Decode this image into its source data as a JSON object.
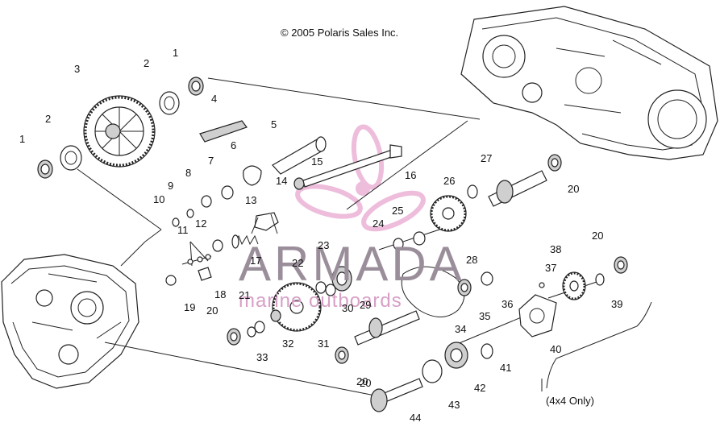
{
  "copyright": "© 2005 Polaris Sales Inc.",
  "watermark": {
    "brand": "ARMADA",
    "tagline": "marine outboards"
  },
  "note_4x4": "(4x4 Only)",
  "colors": {
    "ink": "#222222",
    "watermark_pink": "#e8a8d0",
    "watermark_gray": "#9a8e9a"
  },
  "callouts": [
    "1",
    "2",
    "3",
    "2",
    "1",
    "4",
    "5",
    "6",
    "7",
    "8",
    "9",
    "10",
    "11",
    "12",
    "13",
    "14",
    "15",
    "16",
    "17",
    "18",
    "19",
    "20",
    "21",
    "22",
    "23",
    "24",
    "25",
    "26",
    "27",
    "20",
    "28",
    "29",
    "30",
    "31",
    "32",
    "33",
    "20",
    "34",
    "35",
    "36",
    "37",
    "38",
    "20",
    "39",
    "40",
    "41",
    "42",
    "43",
    "44",
    "20"
  ]
}
